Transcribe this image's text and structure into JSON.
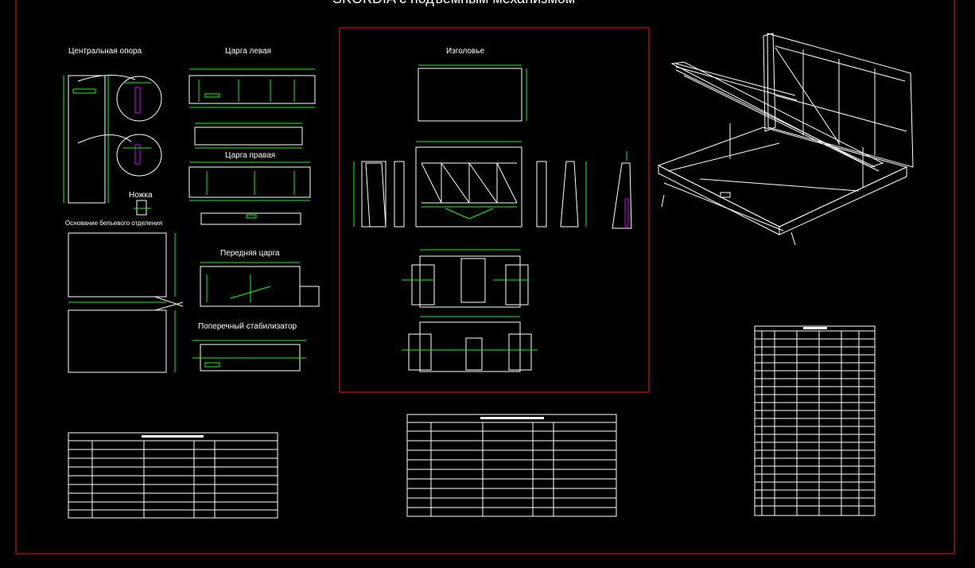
{
  "title": "SKOKDIA с подъемным механизмом",
  "colors": {
    "background": "#000000",
    "frame": "#c8101c",
    "outline": "#ffffff",
    "dimension": "#00ff00",
    "accent": "#d400ff"
  },
  "labels": {
    "central_support": "Центральная опора",
    "left_rail": "Царга левая",
    "right_rail": "Царга правая",
    "leg": "Ножка",
    "linen_base": "Основание бельевого отделения",
    "front_rail": "Передняя царга",
    "cross_stabilizer": "Поперечный стабилизатор",
    "headboard": "Изголовье"
  }
}
